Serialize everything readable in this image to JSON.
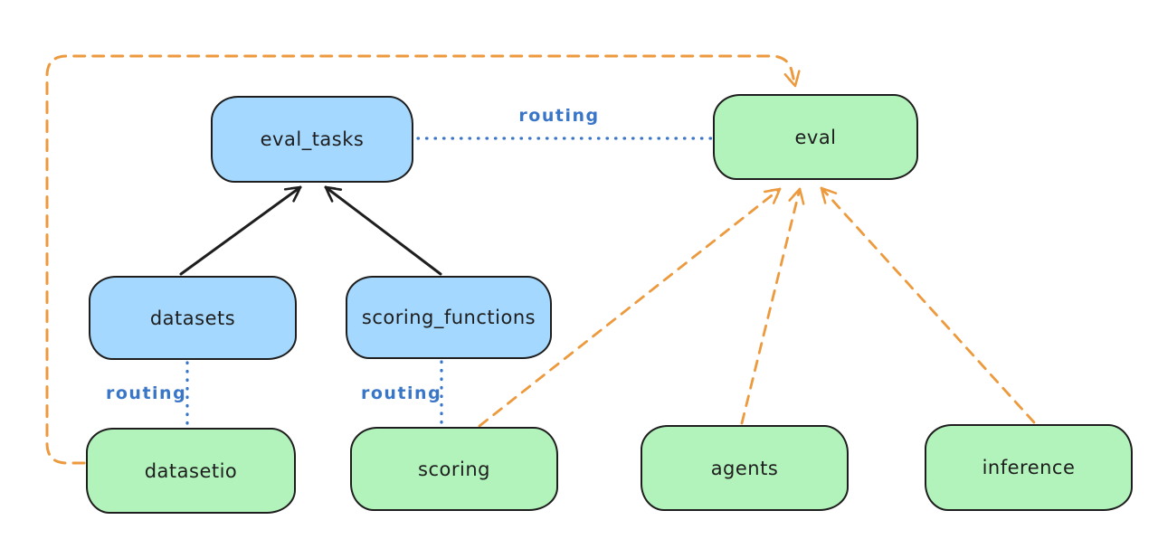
{
  "diagram": {
    "background": "#ffffff",
    "colors": {
      "node_border": "#1e1e1e",
      "blue_node_fill": "#a5d8ff",
      "green_node_fill": "#b2f2bb",
      "routing_blue": "#3a76c8",
      "dashed_orange": "#ec9a3d",
      "solid_arrow_black": "#1e1e1e"
    },
    "nodes": [
      {
        "id": "eval_tasks",
        "label": "eval_tasks",
        "fill": "#a5d8ff"
      },
      {
        "id": "eval",
        "label": "eval",
        "fill": "#b2f2bb"
      },
      {
        "id": "datasets",
        "label": "datasets",
        "fill": "#a5d8ff"
      },
      {
        "id": "scoring_functions",
        "label": "scoring_functions",
        "fill": "#a5d8ff"
      },
      {
        "id": "datasetio",
        "label": "datasetio",
        "fill": "#b2f2bb"
      },
      {
        "id": "scoring",
        "label": "scoring",
        "fill": "#b2f2bb"
      },
      {
        "id": "agents",
        "label": "agents",
        "fill": "#b2f2bb"
      },
      {
        "id": "inference",
        "label": "inference",
        "fill": "#b2f2bb"
      }
    ],
    "edges": [
      {
        "from": "datasets",
        "to": "eval_tasks",
        "style": "solid",
        "color": "#1e1e1e",
        "arrow": true
      },
      {
        "from": "scoring_functions",
        "to": "eval_tasks",
        "style": "solid",
        "color": "#1e1e1e",
        "arrow": true
      },
      {
        "from": "eval_tasks",
        "to": "eval",
        "style": "dotted",
        "color": "#3a76c8",
        "arrow": false,
        "label": "routing"
      },
      {
        "from": "datasets",
        "to": "datasetio",
        "style": "dotted",
        "color": "#3a76c8",
        "arrow": false,
        "label": "routing"
      },
      {
        "from": "scoring_functions",
        "to": "scoring",
        "style": "dotted",
        "color": "#3a76c8",
        "arrow": false,
        "label": "routing"
      },
      {
        "from": "datasetio",
        "to": "eval",
        "style": "dashed",
        "color": "#ec9a3d",
        "arrow": true
      },
      {
        "from": "scoring",
        "to": "eval",
        "style": "dashed",
        "color": "#ec9a3d",
        "arrow": true
      },
      {
        "from": "agents",
        "to": "eval",
        "style": "dashed",
        "color": "#ec9a3d",
        "arrow": true
      },
      {
        "from": "inference",
        "to": "eval",
        "style": "dashed",
        "color": "#ec9a3d",
        "arrow": true
      }
    ]
  }
}
